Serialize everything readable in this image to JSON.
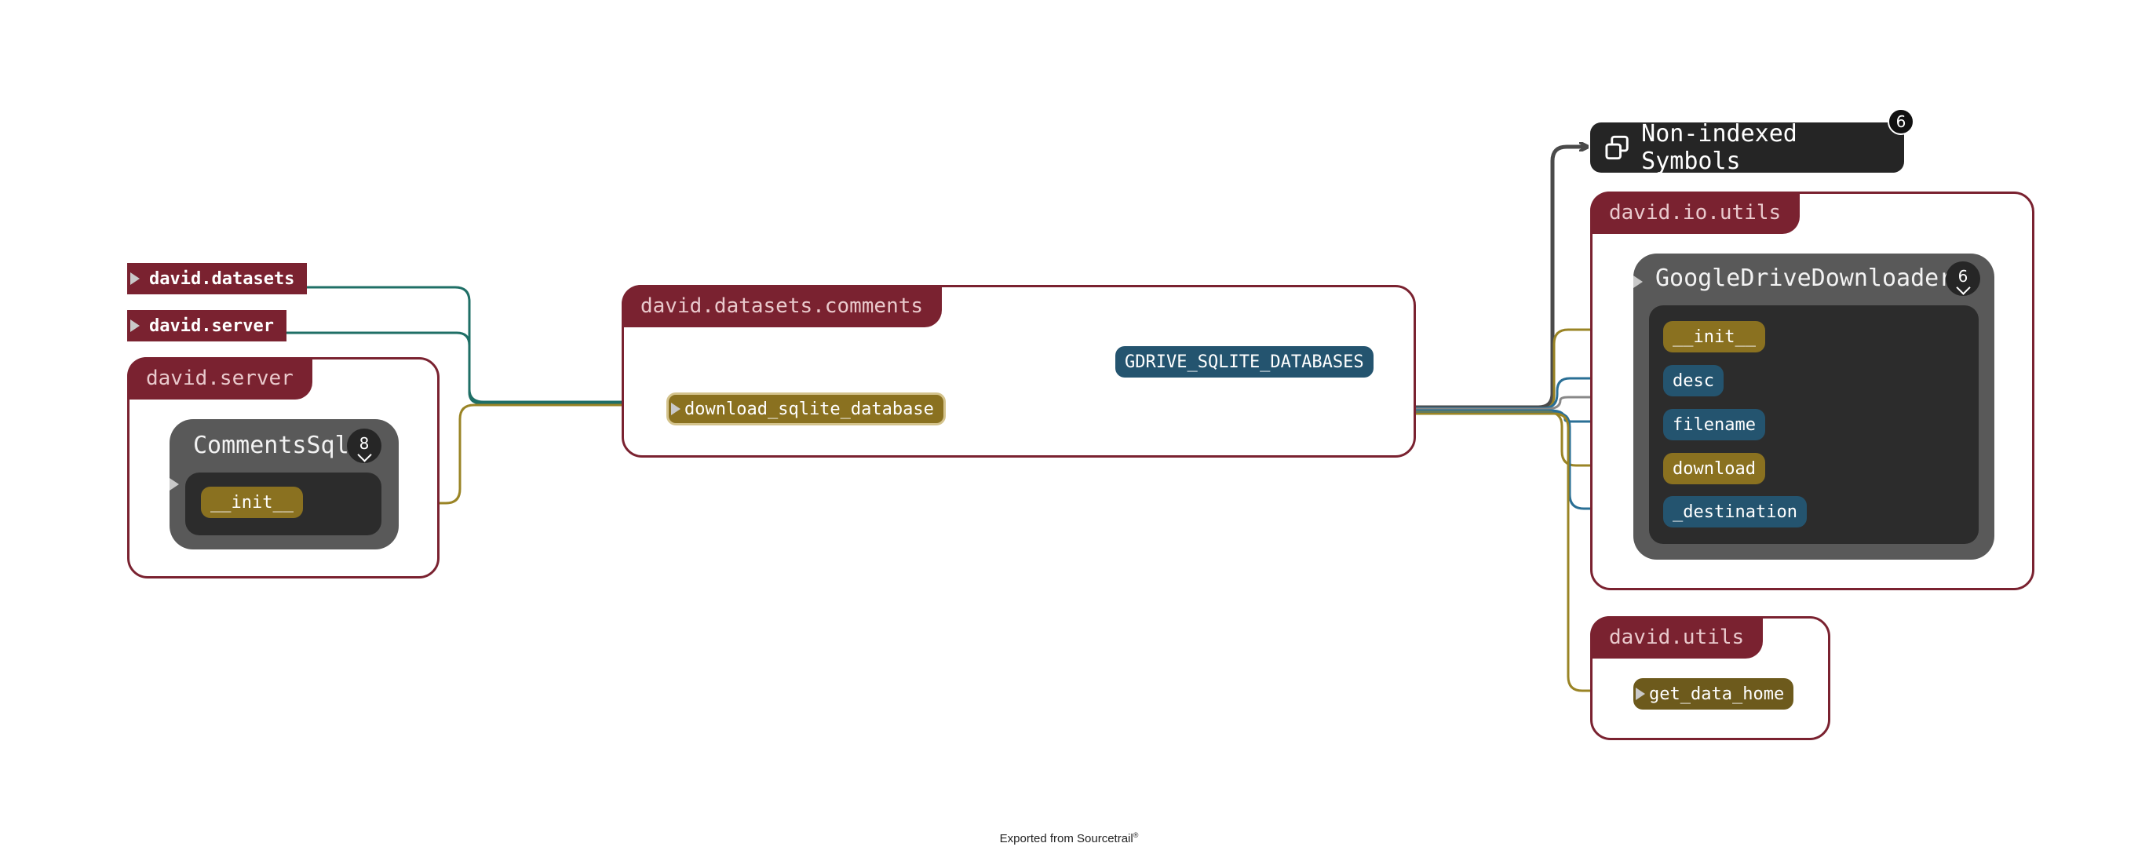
{
  "modules": {
    "left_tag_datasets": "david.datasets",
    "left_tag_server": "david.server",
    "server": "david.server",
    "comments": "david.datasets.comments",
    "io_utils": "david.io.utils",
    "utils": "david.utils"
  },
  "classes": {
    "comments_sql": {
      "name": "CommentsSql",
      "count": "8"
    },
    "gdrive": {
      "name": "GoogleDriveDownloader",
      "count": "6"
    }
  },
  "nodes": {
    "cs_init": "__init__",
    "download_sqlite": "download_sqlite_database",
    "gdrive_const": "GDRIVE_SQLITE_DATABASES",
    "g_init": "__init__",
    "g_desc": "desc",
    "g_filename": "filename",
    "g_download": "download",
    "g_destination": "_destination",
    "get_data_home": "get_data_home"
  },
  "nonindexed": {
    "label": "Non-indexed Symbols",
    "count": "6"
  },
  "footer": {
    "text": "Exported from Sourcetrail",
    "mark": "®"
  },
  "colors": {
    "module": "#7a2230",
    "function": "#8a7120",
    "variable": "#24546f",
    "edge_teal": "#1f6f66",
    "edge_gold": "#9a8425",
    "edge_blue": "#2a6f95",
    "edge_dark": "#4a4a4a",
    "edge_grey": "#888888"
  },
  "icons": {
    "nonindexed": "copy-windows-icon",
    "expand": "chevron-down-icon"
  }
}
